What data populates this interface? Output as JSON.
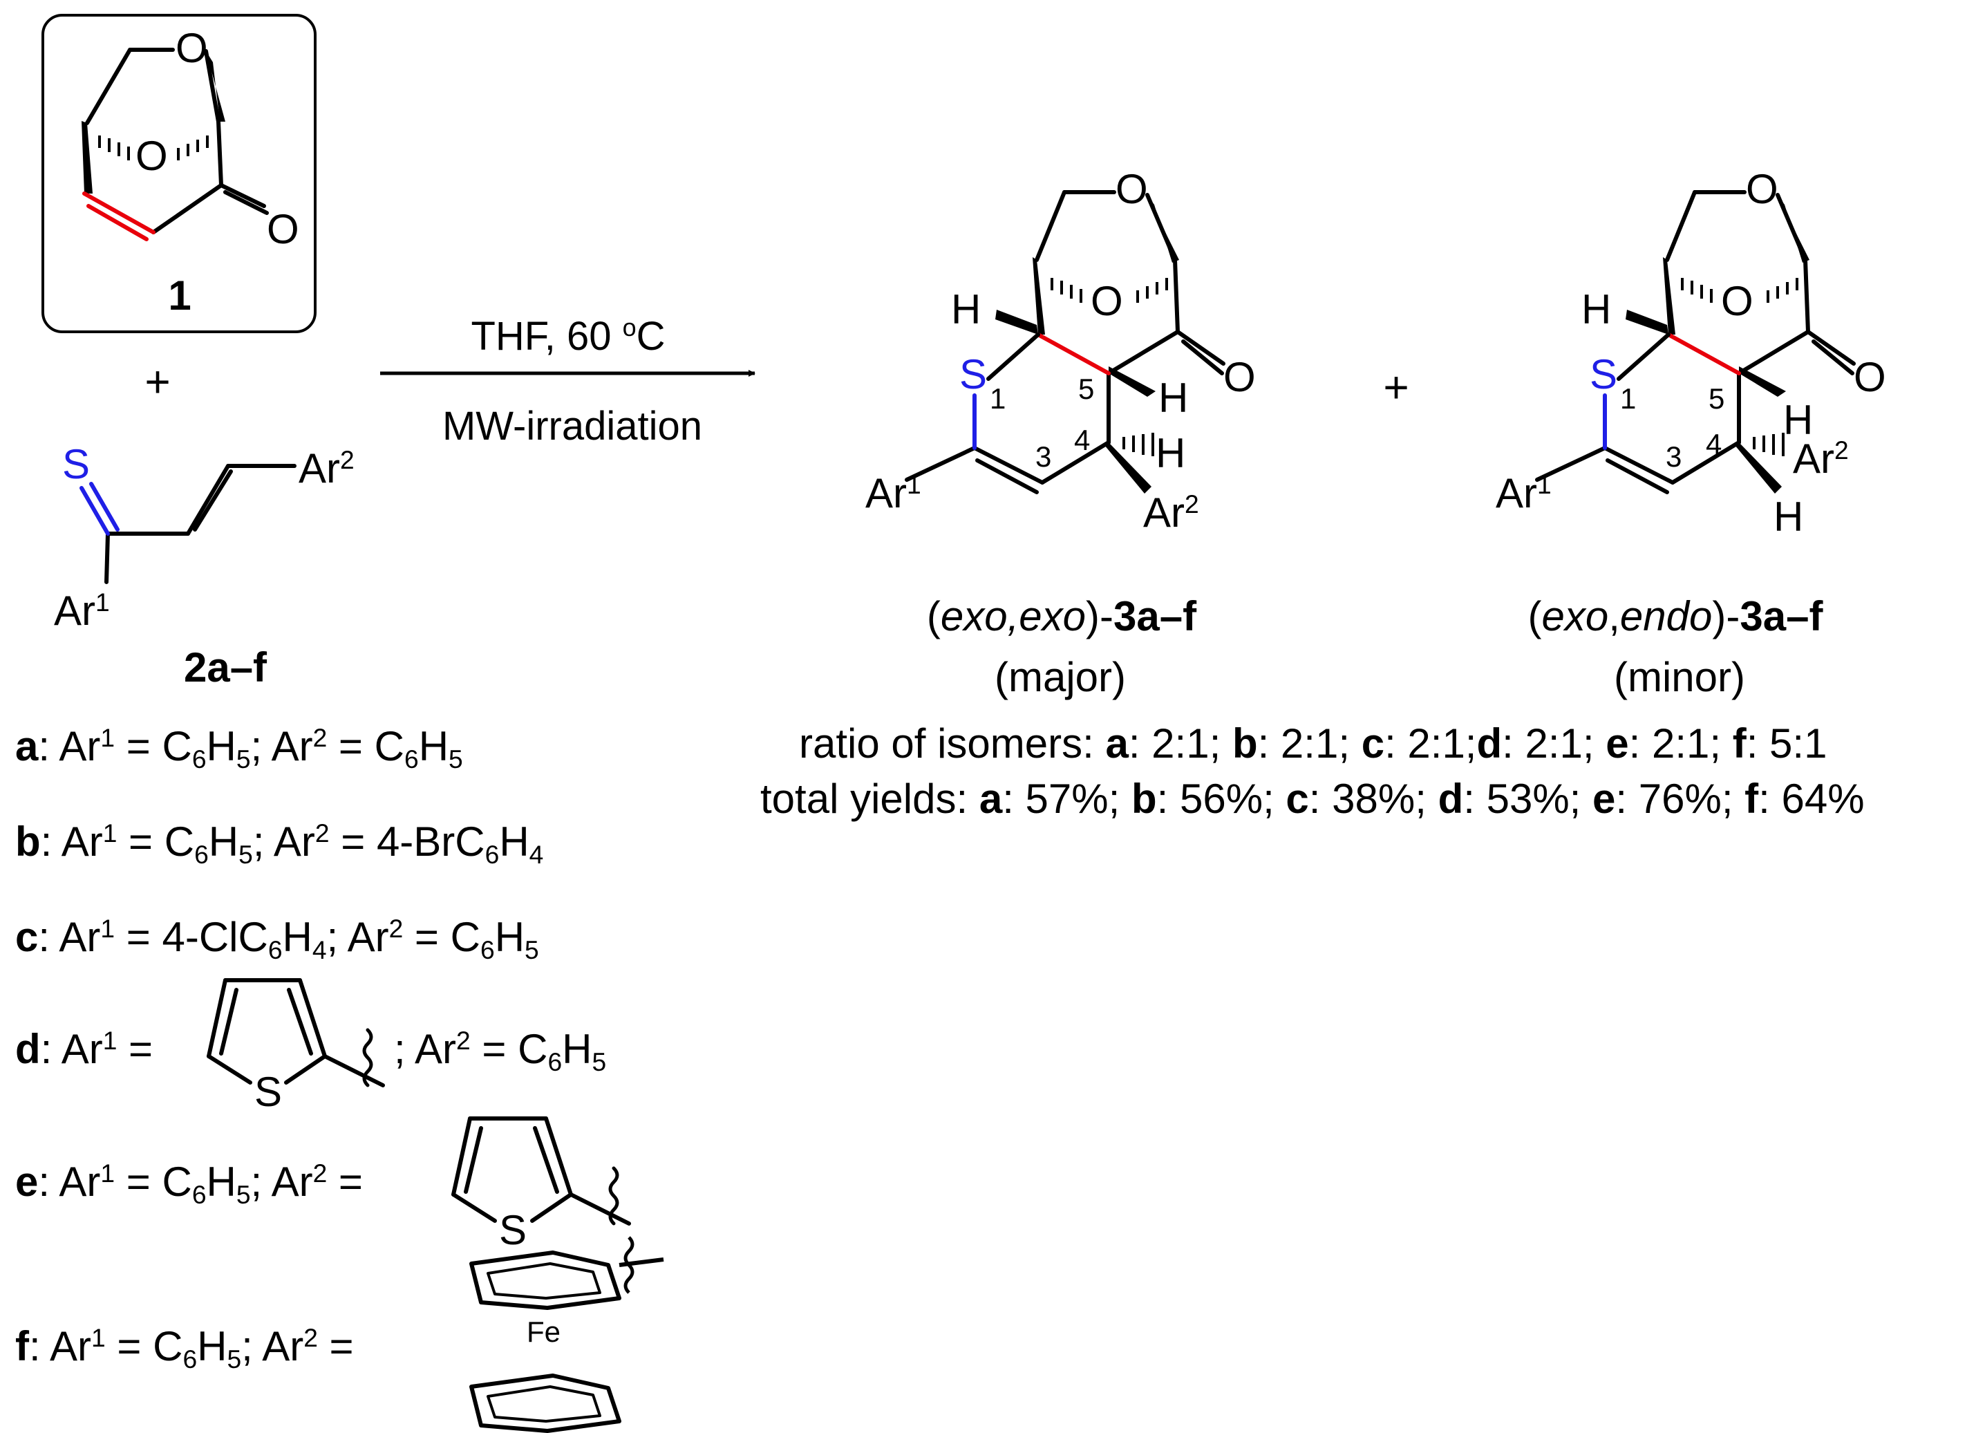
{
  "reactant": {
    "number": "1",
    "plus_1": "+",
    "thioketone_number": "2a–f"
  },
  "atoms": {
    "O": "O",
    "S": "S",
    "H": "H",
    "Ar": "Ar",
    "Fe": "Fe",
    "one": "1",
    "two": "2",
    "three": "3",
    "four": "4",
    "five": "5"
  },
  "conditions": {
    "above": "THF,  60 ",
    "degree_o": "o",
    "degree_unit": "C",
    "below": "MW-irradiation"
  },
  "products": {
    "plus": "+",
    "major_stereo": "exo,exo",
    "minor_stereo_1": "exo",
    "minor_stereo_2": "endo",
    "compound": "3a–f",
    "major_note": "(major)",
    "minor_note": "(minor)"
  },
  "results": {
    "ratio_label": "ratio of isomers: ",
    "ratio": [
      {
        "key": "a",
        "val": ": 2:1; "
      },
      {
        "key": "b",
        "val": ": 2:1; "
      },
      {
        "key": "c",
        "val": ": 2:1;"
      },
      {
        "key": "d",
        "val": ": 2:1; "
      },
      {
        "key": "e",
        "val": ": 2:1; "
      },
      {
        "key": "f",
        "val": ": 5:1"
      }
    ],
    "yield_label": "total yields: ",
    "yields": [
      {
        "key": "a",
        "val": ": 57%; "
      },
      {
        "key": "b",
        "val": ": 56%; "
      },
      {
        "key": "c",
        "val": ": 38%; "
      },
      {
        "key": "d",
        "val": ": 53%; "
      },
      {
        "key": "e",
        "val": ": 76%; "
      },
      {
        "key": "f",
        "val": ": 64%"
      }
    ]
  },
  "substituents": {
    "eq": " = ",
    "sep": "; ",
    "C": "C",
    "H": "H",
    "six": "6",
    "five": "5",
    "four": "4",
    "bromo": "4-BrC",
    "chloro": "4-ClC",
    "keys": [
      "a",
      "b",
      "c",
      "d",
      "e",
      "f"
    ],
    "colon": ": "
  },
  "colors": {
    "red_bond": "#e8000b",
    "blue_sulfur": "#1f1fe6",
    "ink": "#000000"
  }
}
